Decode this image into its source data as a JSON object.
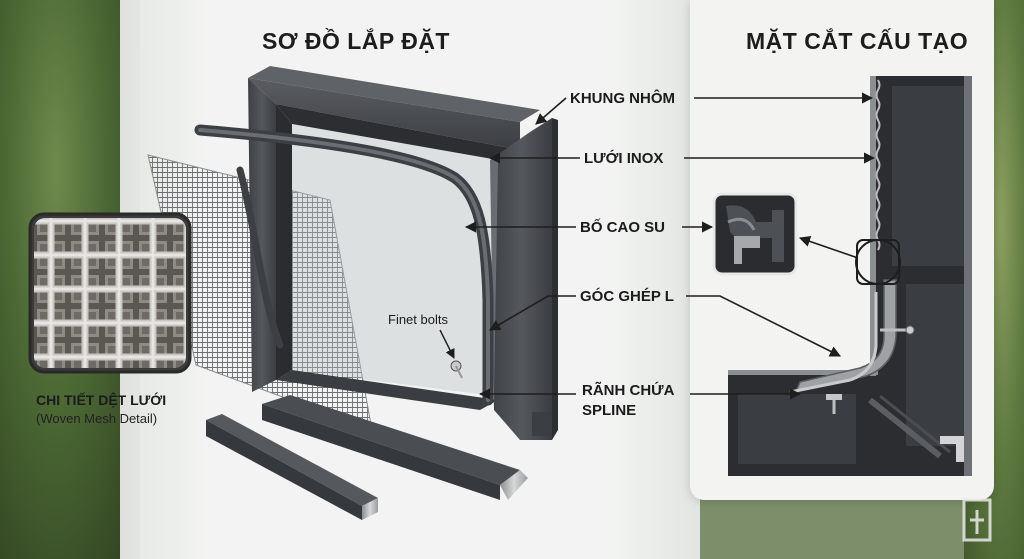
{
  "titles": {
    "assembly": "SƠ ĐỒ LẮP ĐẶT",
    "cross_section": "MẶT CẮT CẤU TẠO"
  },
  "labels": {
    "aluminum_frame": "KHUNG NHÔM",
    "stainless_mesh": "LƯỚI INOX",
    "rubber_gasket": "BỐ CAO SU",
    "l_corner": "GÓC GHÉP L",
    "spline_groove_line1": "RÃNH CHỨA",
    "spline_groove_line2": "SPLINE",
    "finet_bolts": "Finet bolts"
  },
  "mesh_detail": {
    "title": "CHI TIẾT DỆT LƯỚI",
    "subtitle": "(Woven Mesh Detail)"
  },
  "colors": {
    "frame": "#4a4d52",
    "frame_dark": "#2e3034",
    "mesh": "#6b6e72",
    "arrow": "#1e1e1e"
  }
}
